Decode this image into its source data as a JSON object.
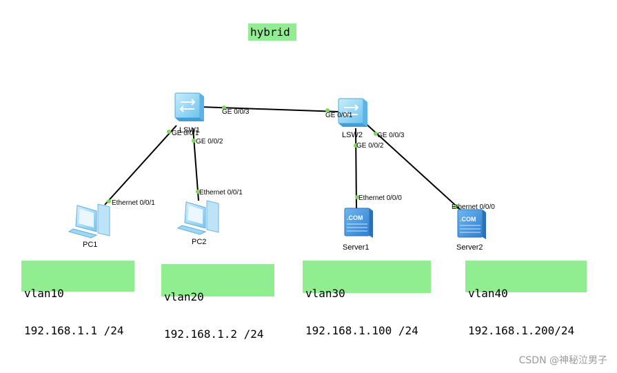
{
  "title": "hybrid",
  "devices": {
    "lsw1": {
      "label": "LSW1"
    },
    "lsw2": {
      "label": "LSW2"
    },
    "pc1": {
      "label": "PC1"
    },
    "pc2": {
      "label": "PC2"
    },
    "server1": {
      "label": "Server1",
      "badge": ".COM"
    },
    "server2": {
      "label": "Server2",
      "badge": ".COM"
    }
  },
  "links": {
    "lsw1_lsw2": {
      "a_port": "GE 0/0/3",
      "b_port": "GE 0/0/1"
    },
    "lsw1_pc1": {
      "a_port": "GE 0/0/1",
      "b_port": "Ethernet 0/0/1"
    },
    "lsw1_pc2": {
      "a_port": "GE 0/0/2",
      "b_port": "Ethernet 0/0/1"
    },
    "lsw2_server1": {
      "a_port": "GE 0/0/2",
      "b_port": "Ethernet 0/0/0"
    },
    "lsw2_server2": {
      "a_port": "GE 0/0/3",
      "b_port": "Ethernet 0/0/0"
    }
  },
  "info": {
    "pc1": {
      "vlan": "vlan10",
      "ip": "192.168.1.1 /24"
    },
    "pc2": {
      "vlan": "vlan20",
      "ip": "192.168.1.2 /24"
    },
    "server1": {
      "vlan": "vlan30",
      "ip": "192.168.1.100 /24"
    },
    "server2": {
      "vlan": "vlan40",
      "ip": "192.168.1.200/24"
    }
  },
  "watermark": "CSDN @神秘泣男子",
  "colors": {
    "label_bg": "#90ee90",
    "port_dot": "#7ed957",
    "switch": "#8fd3f4",
    "server": "#5aa7e6"
  }
}
